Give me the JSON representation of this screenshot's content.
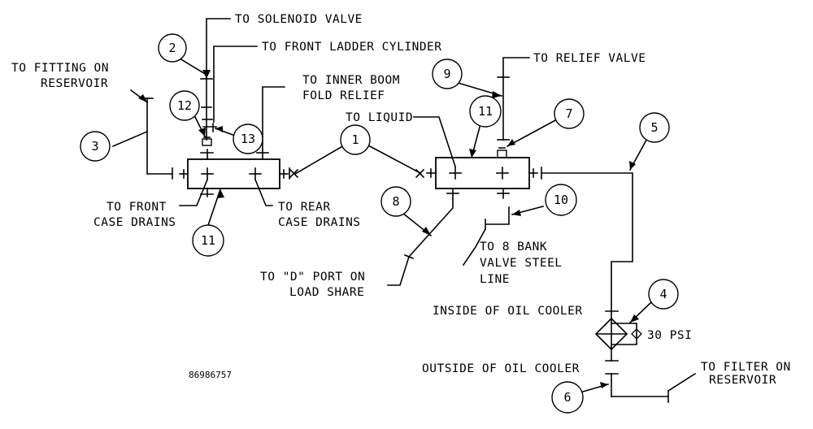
{
  "labels": {
    "to_solenoid_valve": "TO SOLENOID VALVE",
    "to_front_ladder_cylinder": "TO FRONT LADDER CYLINDER",
    "to_fitting_on_reservoir_1": "TO FITTING ON",
    "to_fitting_on_reservoir_2": "RESERVOIR",
    "to_inner_boom_1": "TO INNER BOOM",
    "to_inner_boom_2": "FOLD RELIEF",
    "to_relief_valve": "TO RELIEF VALVE",
    "to_liquid": "TO LIQUID",
    "to_front_case_1": "TO FRONT",
    "to_front_case_2": "CASE DRAINS",
    "to_rear_case_1": "TO REAR",
    "to_rear_case_2": "CASE DRAINS",
    "to_8_bank_1": "TO 8 BANK",
    "to_8_bank_2": "VALVE STEEL",
    "to_8_bank_3": "LINE",
    "to_d_port_1": "TO \"D\" PORT ON",
    "to_d_port_2": "LOAD SHARE",
    "inside_oil_cooler": "INSIDE OF OIL COOLER",
    "outside_oil_cooler": "OUTSIDE OF OIL COOLER",
    "psi": "30 PSI",
    "to_filter_1": "TO FILTER ON",
    "to_filter_2": "RESERVOIR",
    "part_number": "86986757"
  },
  "callouts": {
    "c1": "1",
    "c2": "2",
    "c3": "3",
    "c4": "4",
    "c5": "5",
    "c6": "6",
    "c7": "7",
    "c8": "8",
    "c9": "9",
    "c10": "10",
    "c11a": "11",
    "c11b": "11",
    "c12": "12",
    "c13": "13"
  }
}
